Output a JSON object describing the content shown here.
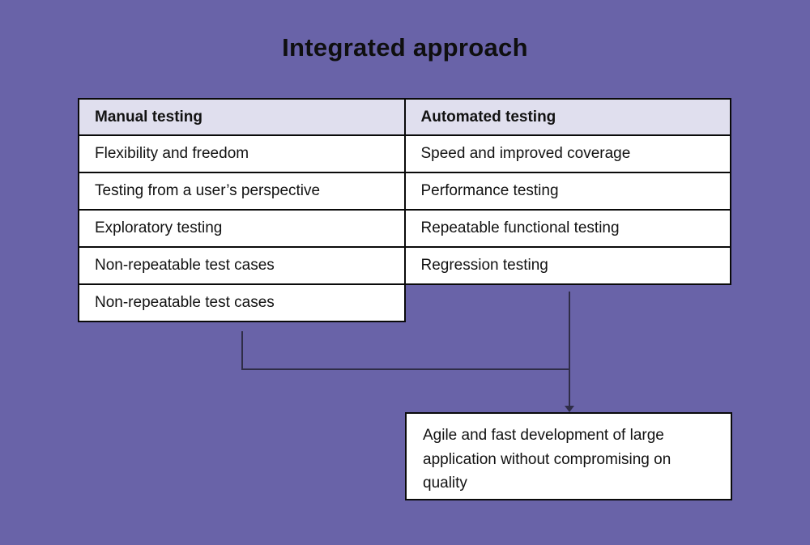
{
  "title": "Integrated approach",
  "table": {
    "columns": [
      {
        "header": "Manual testing",
        "rows": [
          "Flexibility and freedom",
          "Testing from a user’s perspective",
          "Exploratory testing",
          "Non-repeatable test cases",
          "Non-repeatable test cases"
        ]
      },
      {
        "header": "Automated testing",
        "rows": [
          "Speed and improved coverage",
          "Performance testing",
          "Repeatable functional testing",
          "Regression testing"
        ]
      }
    ]
  },
  "result_box": {
    "text": "Agile and fast development of large application without compromising on quality"
  },
  "colors": {
    "background": "#6963A8",
    "header_bg": "#E0DFEE",
    "cell_bg": "#FFFFFF",
    "table_border": "#0A0A0A",
    "connector": "#2F2D47",
    "text": "#121212",
    "title": "#0F0F0F"
  }
}
